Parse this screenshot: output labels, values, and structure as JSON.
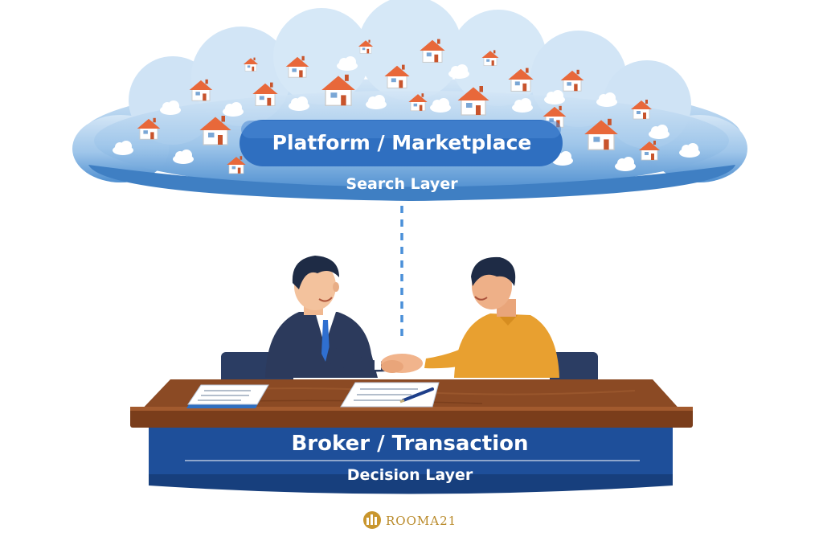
{
  "platform": {
    "title": "Platform / Marketplace",
    "subtitle": "Search Layer"
  },
  "broker": {
    "title": "Broker / Transaction",
    "subtitle": "Decision Layer"
  },
  "brand": {
    "name": "ROOMA21"
  },
  "colors": {
    "cloud_light": "#b9d6ef",
    "cloud_blue": "#4d8ed0",
    "platform_pill": "#2f6fc0",
    "dashed_line": "#4a90d9",
    "table_wood": "#8b4a24",
    "banner_blue": "#1e4f9a",
    "suit": "#2c3a5c",
    "shirt_orange": "#e8a030",
    "roof_orange": "#e8683a",
    "brand_gold": "#b98a2a"
  },
  "icons": [
    "house-icon",
    "small-cloud-icon",
    "document-icon",
    "pen-icon",
    "brand-logo-icon"
  ]
}
